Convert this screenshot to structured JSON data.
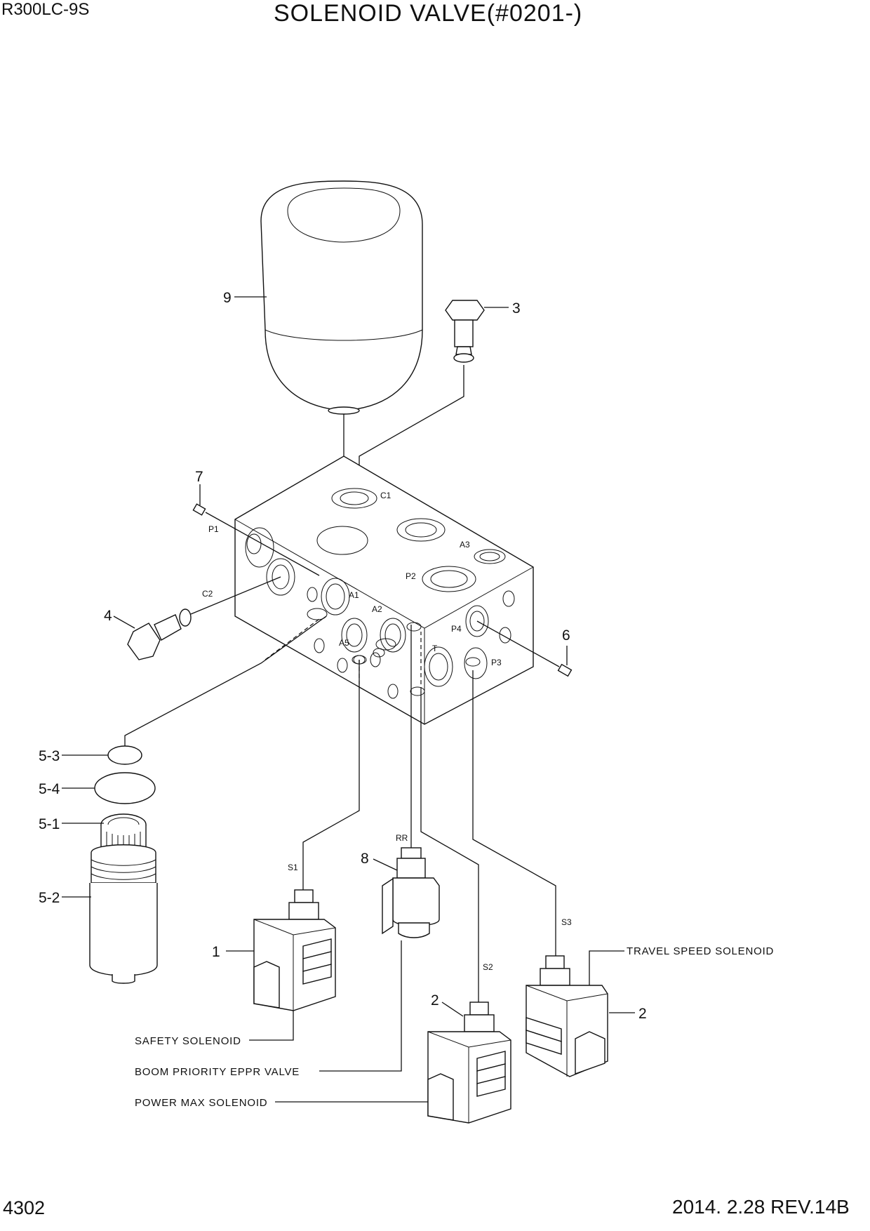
{
  "header": {
    "model": "R300LC-9S",
    "title": "SOLENOID VALVE(#0201-)"
  },
  "footer": {
    "page_number": "4302",
    "revision": "2014. 2.28  REV.14B"
  },
  "callouts": {
    "c9": "9",
    "c3": "3",
    "c7": "7",
    "c4": "4",
    "c6": "6",
    "c53": "5-3",
    "c54": "5-4",
    "c51": "5-1",
    "c52": "5-2",
    "c8": "8",
    "c1": "1",
    "c2a": "2",
    "c2b": "2"
  },
  "ports": {
    "C1": "C1",
    "P1": "P1",
    "A3": "A3",
    "P2": "P2",
    "C2": "C2",
    "A1": "A1",
    "A2": "A2",
    "A5": "A5",
    "P4": "P4",
    "T": "T",
    "P3": "P3",
    "RR": "RR",
    "S1": "S1",
    "S2": "S2",
    "S3": "S3"
  },
  "descriptions": {
    "travel_speed": "TRAVEL SPEED SOLENOID",
    "safety": "SAFETY SOLENOID",
    "boom_priority": "BOOM PRIORITY EPPR VALVE",
    "power_max": "POWER MAX SOLENOID"
  }
}
